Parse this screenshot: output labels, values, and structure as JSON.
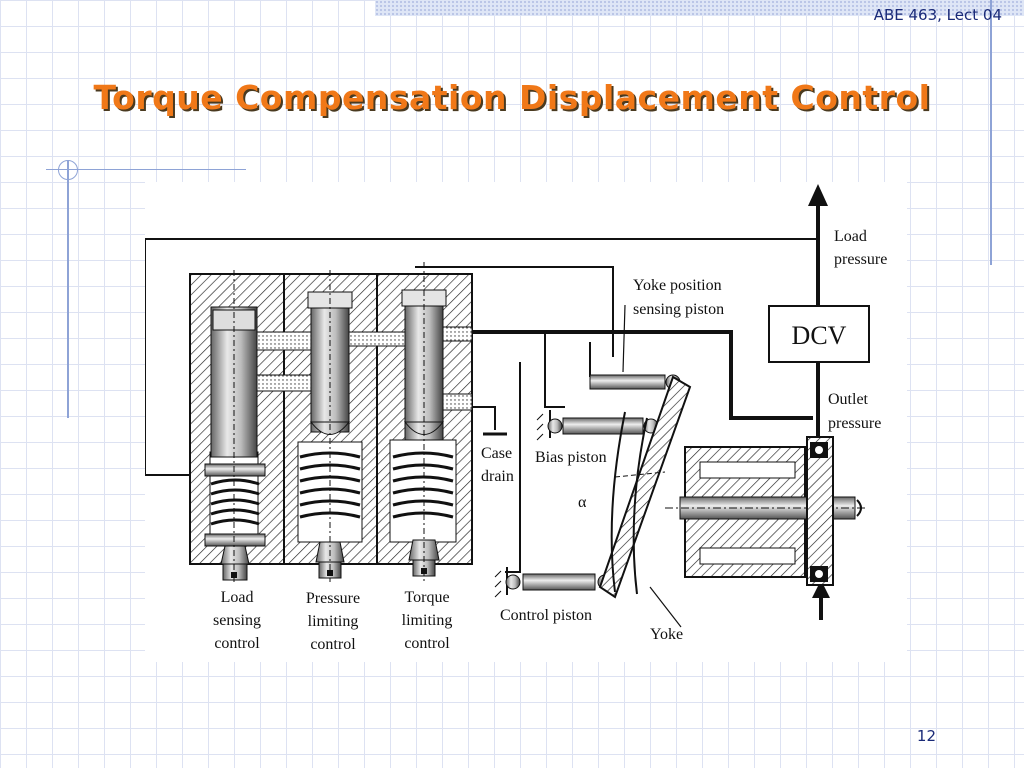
{
  "header": {
    "lecture": "ABE 463, Lect 04"
  },
  "slide": {
    "title": "Torque Compensation Displacement Control",
    "page_number": "12"
  },
  "diagram": {
    "labels": {
      "load_pressure": [
        "Load",
        "pressure"
      ],
      "yoke_position": [
        "Yoke position",
        "sensing piston"
      ],
      "dcv": "DCV",
      "outlet_pressure": [
        "Outlet",
        "pressure"
      ],
      "case_drain": [
        "Case",
        "drain"
      ],
      "bias_piston": "Bias piston",
      "alpha": "α",
      "control_piston": "Control piston",
      "yoke": "Yoke",
      "load_sensing": [
        "Load",
        "sensing",
        "control"
      ],
      "pressure_limiting": [
        "Pressure",
        "limiting",
        "control"
      ],
      "torque_limiting": [
        "Torque",
        "limiting",
        "control"
      ]
    }
  }
}
